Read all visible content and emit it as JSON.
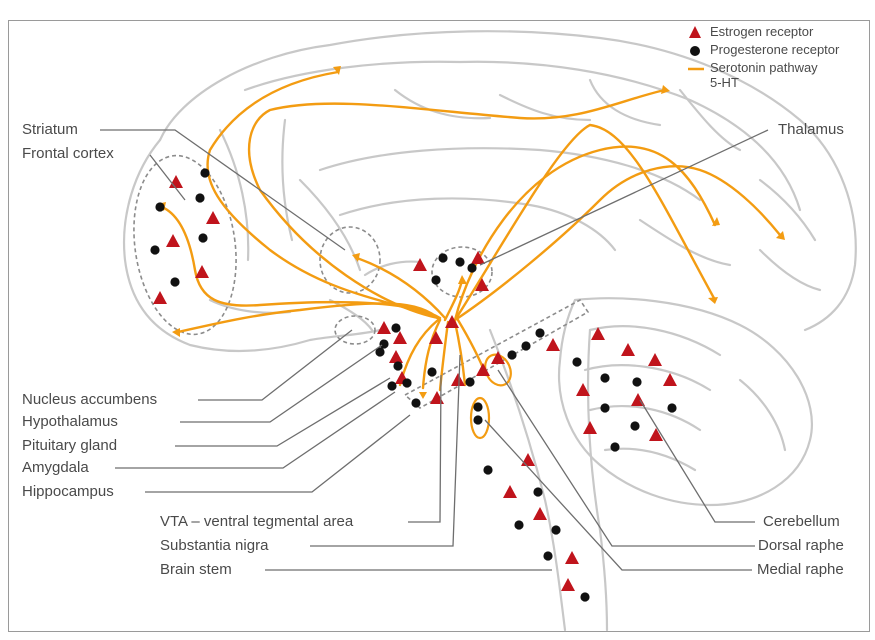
{
  "legend": {
    "estrogen": "Estrogen receptor",
    "progesterone": "Progesterone receptor",
    "serotonin_line1": "Serotonin pathway",
    "serotonin_line2": "5-HT"
  },
  "labels": {
    "striatum": "Striatum",
    "frontal_cortex": "Frontal cortex",
    "thalamus": "Thalamus",
    "nucleus_accumbens": "Nucleus accumbens",
    "hypothalamus": "Hypothalamus",
    "pituitary_gland": "Pituitary gland",
    "amygdala": "Amygdala",
    "hippocampus": "Hippocampus",
    "vta": "VTA – ventral tegmental area",
    "substantia_nigra": "Substantia nigra",
    "brain_stem": "Brain stem",
    "cerebellum": "Cerebellum",
    "dorsal_raphe": "Dorsal raphe",
    "medial_raphe": "Medial raphe"
  },
  "colors": {
    "estrogen": "#c0141c",
    "progesterone": "#111111",
    "serotonin": "#f39c12",
    "outline": "#c8c8c8",
    "leader": "#6e6e6e",
    "text": "#4a4a4a"
  }
}
